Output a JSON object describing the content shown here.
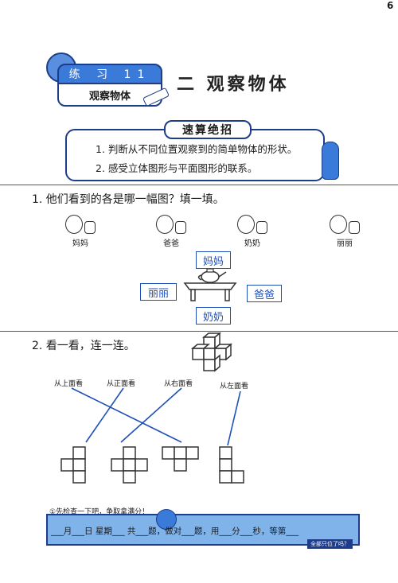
{
  "corner_mark": "6",
  "header": {
    "exercise_label": "练 习 11",
    "section_name": "观察物体",
    "unit_title": "二 观察物体"
  },
  "tips": {
    "tag": "速算绝招",
    "items": [
      "1.  判断从不同位置观察到的简单物体的形状。",
      "2.  感受立体图形与平面图形的联系。"
    ]
  },
  "q1": {
    "prompt": "1.  他们看到的各是哪一幅图？填一填。",
    "people": [
      "妈妈",
      "爸爸",
      "奶奶",
      "丽丽"
    ],
    "boxes": {
      "top": "妈妈",
      "left": "丽丽",
      "right": "爸爸",
      "bottom": "奶奶"
    }
  },
  "q2": {
    "prompt": "2.  看一看，连一连。",
    "views": [
      "从上面看",
      "从正面看",
      "从右面看",
      "从左面看"
    ]
  },
  "footer": {
    "banner": "①先检查一下吧，争取拿满分！",
    "record": "___月___日  星期___   共___题，做对___题，用___分___秒，等第___",
    "bottom_right": "全部只位了吗？"
  },
  "colors": {
    "blue": "#1f4fb8",
    "dark": "#1d3d8a",
    "footer_bg": "#7fb3ea"
  }
}
